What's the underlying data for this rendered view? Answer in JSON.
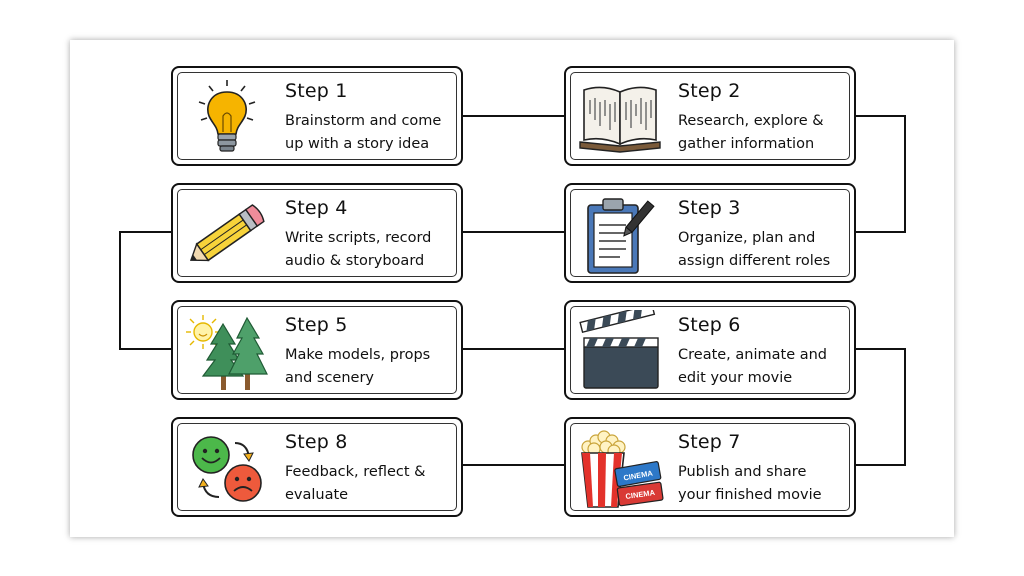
{
  "steps": [
    {
      "id": 1,
      "title": "Step 1",
      "lines": [
        "Brainstorm and come",
        "up with a story idea"
      ],
      "icon": "lightbulb-icon"
    },
    {
      "id": 2,
      "title": "Step 2",
      "lines": [
        "Research, explore &",
        "gather information"
      ],
      "icon": "open-book-icon"
    },
    {
      "id": 3,
      "title": "Step 3",
      "lines": [
        "Organize, plan and",
        "assign different roles"
      ],
      "icon": "clipboard-icon"
    },
    {
      "id": 4,
      "title": "Step 4",
      "lines": [
        "Write scripts, record",
        "audio & storyboard"
      ],
      "icon": "pencil-icon"
    },
    {
      "id": 5,
      "title": "Step 5",
      "lines": [
        "Make models, props",
        "and scenery"
      ],
      "icon": "trees-and-sun-icon"
    },
    {
      "id": 6,
      "title": "Step 6",
      "lines": [
        "Create, animate and",
        "edit your movie"
      ],
      "icon": "clapperboard-icon"
    },
    {
      "id": 7,
      "title": "Step 7",
      "lines": [
        "Publish and share",
        "your finished movie"
      ],
      "icon": "popcorn-and-tickets-icon"
    },
    {
      "id": 8,
      "title": "Step 8",
      "lines": [
        "Feedback, reflect &",
        "evaluate"
      ],
      "icon": "happy-sad-faces-icon"
    }
  ],
  "icon_text": {
    "ticket": "CINEMA"
  },
  "colors": {
    "border": "#111111",
    "bulb": "#f6b400",
    "popcorn_red": "#e3322b",
    "ticket_red": "#d93a35",
    "ticket_blue": "#2d78c8",
    "happy_green": "#4cb84a",
    "sad_red": "#ee5a3c",
    "clipboard_blue": "#4a78b8",
    "tree_green": "#3f8f5a",
    "slate": "#3b4a57"
  }
}
